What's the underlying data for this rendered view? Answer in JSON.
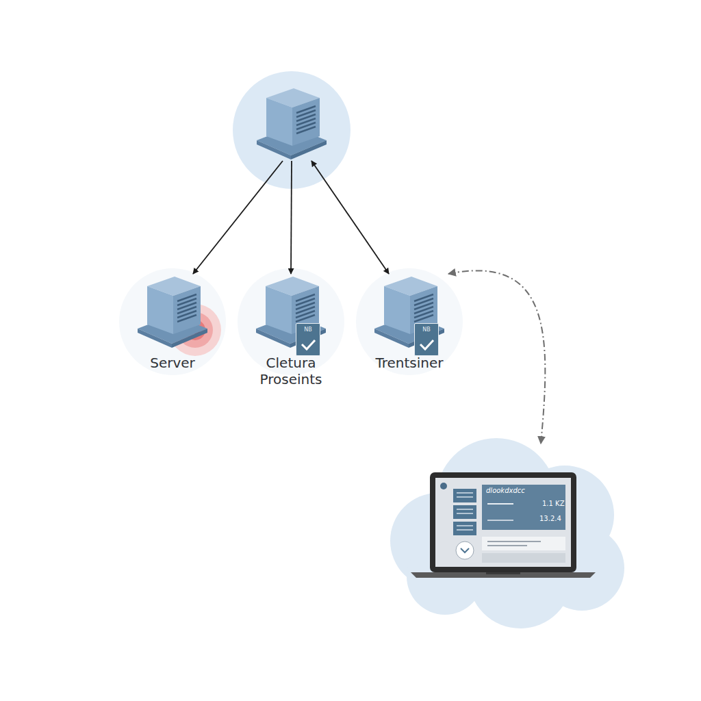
{
  "diagram": {
    "nodes": [
      {
        "text": []
      },
      {
        "text": [
          "Server"
        ]
      },
      {
        "text": [
          "Cletura Proseints"
        ]
      },
      {
        "text": [
          "Trentsiner"
        ]
      },
      {
        "text": [
          "dlookdxdcc",
          "1.1 KZ",
          "13.2.4"
        ]
      }
    ],
    "edges": [
      {
        "from": 0,
        "to": 1,
        "arrow": "to"
      },
      {
        "from": 0,
        "to": 2,
        "arrow": "to"
      },
      {
        "from": 0,
        "to": 3,
        "arrow": "both"
      },
      {
        "from": 3,
        "to": 4,
        "arrow": "both"
      }
    ],
    "labels": [
      "NB",
      "NB"
    ]
  }
}
